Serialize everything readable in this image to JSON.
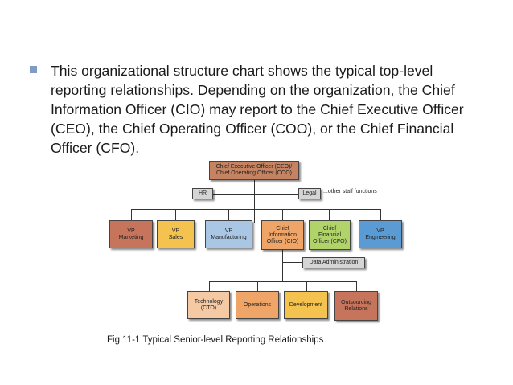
{
  "bullet_text": "This organizational structure chart shows the typical top-level reporting relationships. Depending on the organization, the Chief Information Officer (CIO) may report to the Chief Executive Officer (CEO), the Chief Operating Officer (COO), or the Chief Financial Officer (CFO).",
  "chart": {
    "ceo": "Chief Executive Officer (CEO)/\nChief Operating Officer (COO)",
    "hr": "HR",
    "legal": "Legal",
    "other_staff": "...other staff functions",
    "vp_marketing": "VP\nMarketing",
    "vp_sales": "VP\nSales",
    "vp_manufacturing": "VP\nManufacturing",
    "cio": "Chief\nInformation\nOfficer (CIO)",
    "cfo": "Chief\nFinancial\nOfficer (CFO)",
    "vp_engineering": "VP\nEngineering",
    "data_admin": "Data Administration",
    "technology": "Technology\n(CTO)",
    "operations": "Operations",
    "development": "Development",
    "outsourcing": "Outsourcing\nRelations"
  },
  "caption": "Fig 11-1 Typical Senior-level Reporting Relationships"
}
